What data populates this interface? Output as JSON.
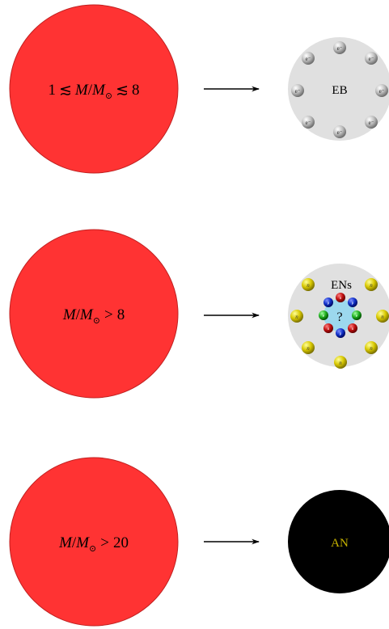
{
  "rows": [
    {
      "star_label_parts": {
        "lead": "1",
        "rel1": "≲",
        "var": "M",
        "slash": "/",
        "var2": "M",
        "sub": "⊙",
        "rel2": "≲",
        "num": "8"
      },
      "remnant_label": "EB",
      "particle_label": "e⁻",
      "particle_color": "#c9c9c9"
    },
    {
      "star_label_parts": {
        "var": "M",
        "slash": "/",
        "var2": "M",
        "sub": "⊙",
        "rel": ">",
        "num": "8"
      },
      "remnant_label": "ENs",
      "core_label": "?",
      "outer_particle_label": "n",
      "inner_labels": [
        "n",
        "p",
        "e"
      ]
    },
    {
      "star_label_parts": {
        "var": "M",
        "slash": "/",
        "var2": "M",
        "sub": "⊙",
        "rel": ">",
        "num": "20"
      },
      "remnant_label": "AN",
      "remnant_text_color": "#c8b400"
    }
  ],
  "colors": {
    "star": "#ff3333",
    "star_edge": "#c02020",
    "remnant_bg": "#e0e0e0",
    "black_hole": "#000000",
    "neutron": "#d8c800",
    "proton": "#c01010",
    "blue": "#1030c8",
    "green": "#20b020",
    "core": "#9cd8ee"
  }
}
